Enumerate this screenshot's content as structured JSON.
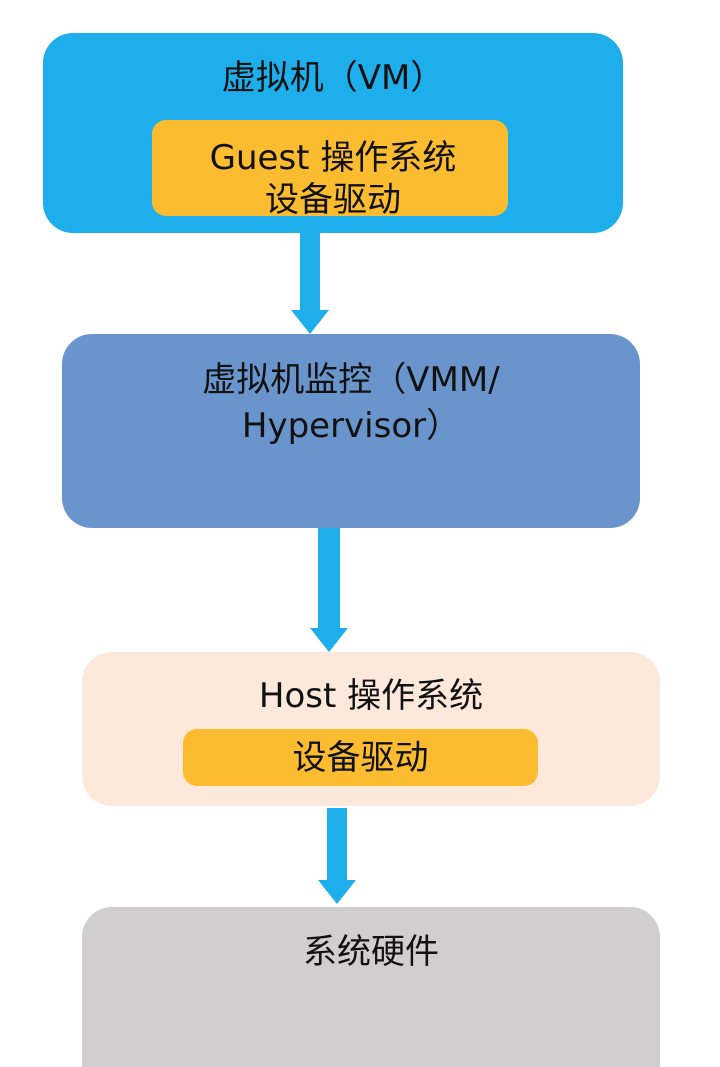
{
  "diagram": {
    "title": "虚拟化架构层次",
    "colors": {
      "vm_box": "#1eaeeb",
      "vmm_box": "#6a95cc",
      "host_box": "#fde8dc",
      "hardware_box": "#d0cece",
      "driver_box": "#fbbc2f",
      "arrow": "#1eaeeb"
    },
    "nodes": [
      {
        "id": "vm",
        "label": "虚拟机（VM）",
        "inner": {
          "line1": "Guest 操作系统",
          "line2": "设备驱动"
        }
      },
      {
        "id": "vmm",
        "label_line1": "虚拟机监控（VMM/",
        "label_line2": "Hypervisor）"
      },
      {
        "id": "host",
        "label": "Host 操作系统",
        "inner": {
          "label": "设备驱动"
        }
      },
      {
        "id": "hardware",
        "label": "系统硬件"
      }
    ],
    "edges": [
      {
        "from": "vm",
        "to": "vmm"
      },
      {
        "from": "vmm",
        "to": "host"
      },
      {
        "from": "host",
        "to": "hardware"
      }
    ]
  }
}
